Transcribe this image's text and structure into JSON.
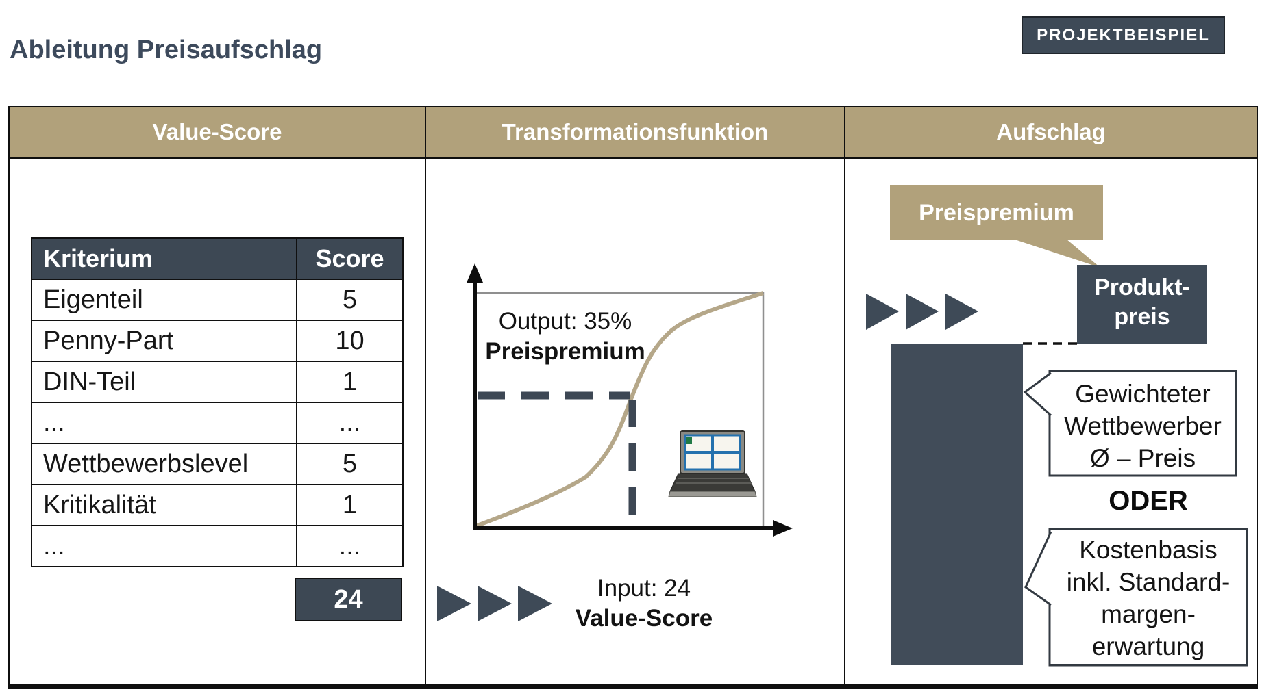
{
  "page": {
    "title": "Ableitung Preisaufschlag",
    "badge": "PROJEKTBEISPIEL"
  },
  "columns": {
    "col1": "Value-Score",
    "col2": "Transformationsfunktion",
    "col3": "Aufschlag"
  },
  "score_table": {
    "col_criterion": "Kriterium",
    "col_score": "Score",
    "rows": [
      {
        "criterion": "Eigenteil",
        "score": "5"
      },
      {
        "criterion": "Penny-Part",
        "score": "10"
      },
      {
        "criterion": "DIN-Teil",
        "score": "1"
      },
      {
        "criterion": "...",
        "score": "..."
      },
      {
        "criterion": "Wettbewerbslevel",
        "score": "5"
      },
      {
        "criterion": "Kritikalität",
        "score": "1"
      },
      {
        "criterion": "...",
        "score": "..."
      }
    ],
    "total": "24"
  },
  "transformation": {
    "output_line1": "Output: 35%",
    "output_line2": "Preispremium",
    "input_line1": "Input: 24",
    "input_line2": "Value-Score"
  },
  "aufschlag": {
    "premium_label": "Preispremium",
    "product_price_line1": "Produkt-",
    "product_price_line2": "preis",
    "competitor_bubble": {
      "line1": "Gewichteter",
      "line2": "Wettbewerber",
      "line3": "Ø – Preis"
    },
    "or_label": "ODER",
    "cost_bubble": {
      "line1": "Kostenbasis",
      "line2": "inkl. Standard-",
      "line3": "margen-",
      "line4": "erwartung"
    }
  },
  "colors": {
    "tan": "#b1a17b",
    "slate": "#3e4a57",
    "curve_tan": "#b5a789"
  }
}
